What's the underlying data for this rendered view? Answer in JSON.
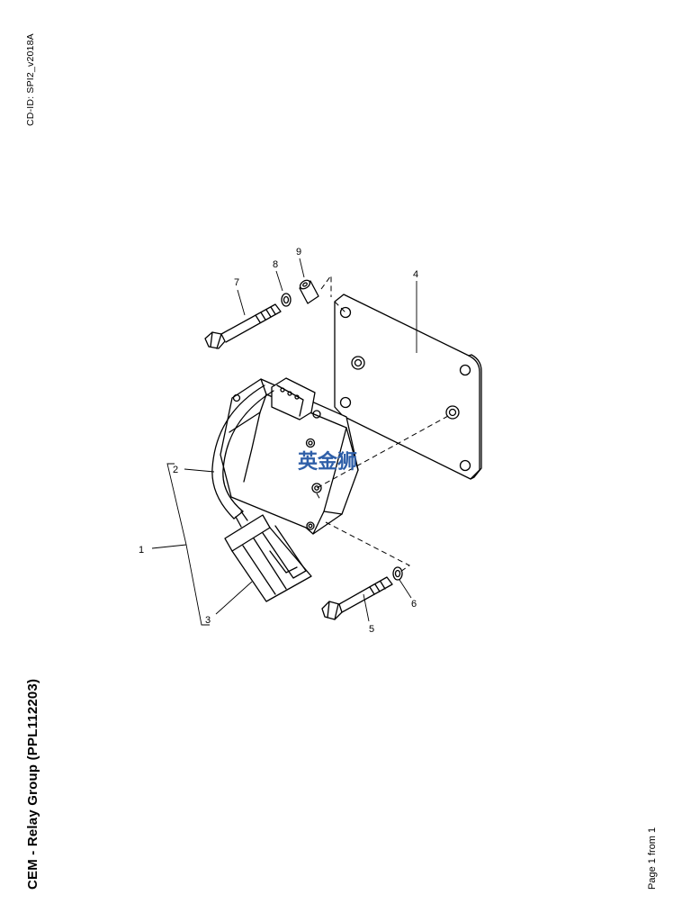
{
  "header": {
    "cd_id": "CD-ID: SPI2_v2018A"
  },
  "document": {
    "title": "CEM - Relay Group (PPL112203)"
  },
  "footer": {
    "page_info": "Page 1 from 1"
  },
  "watermark": {
    "text": "英金狮",
    "color": "#2f5fa8"
  },
  "callouts": {
    "c1": "1",
    "c2": "2",
    "c3": "3",
    "c4": "4",
    "c5": "5",
    "c6": "6",
    "c7": "7",
    "c8": "8",
    "c9": "9"
  }
}
